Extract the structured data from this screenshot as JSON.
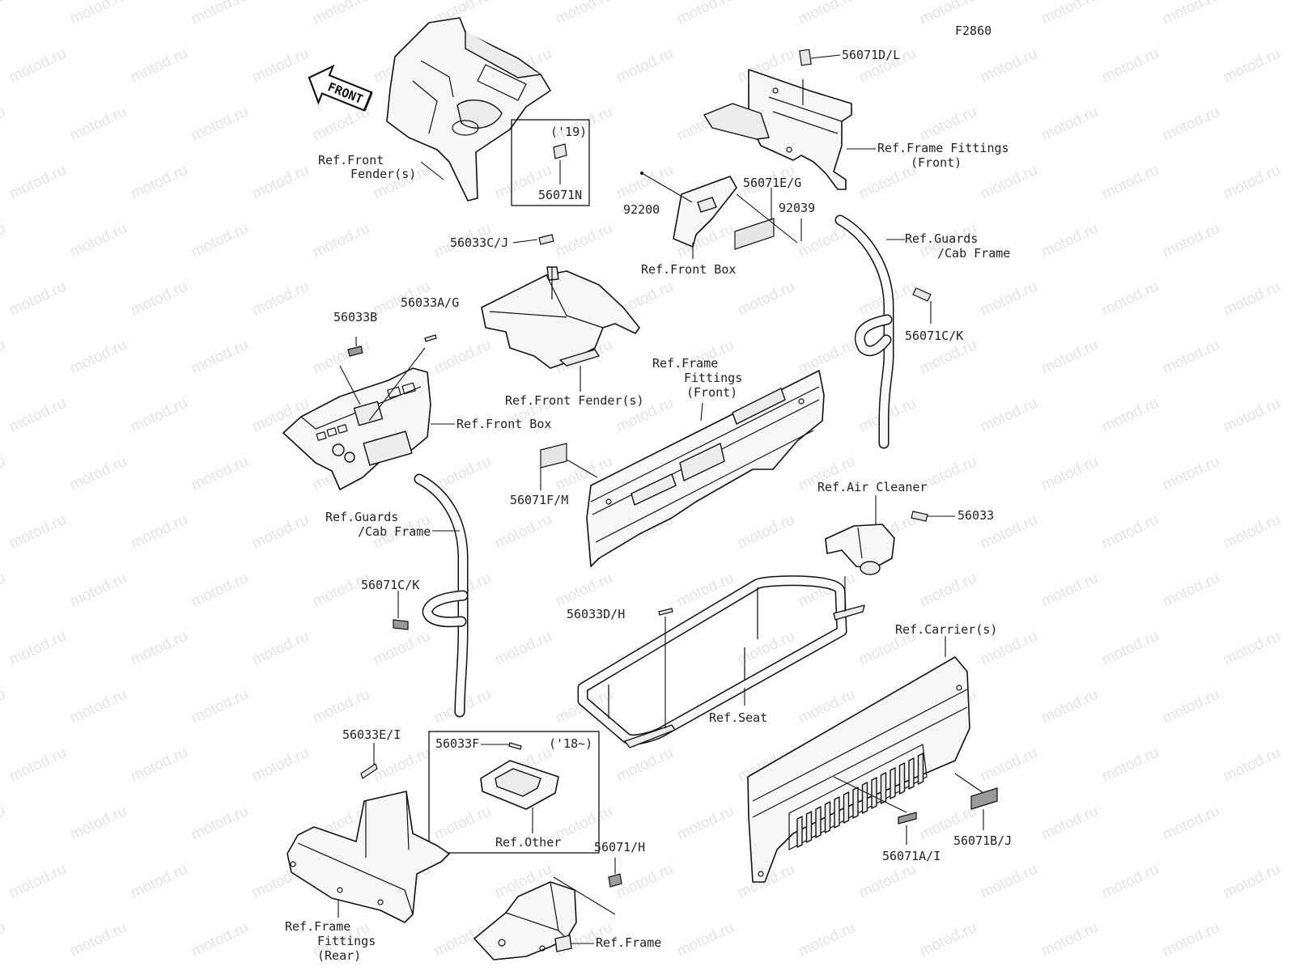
{
  "diagram_code": "F2860",
  "front_arrow": "FRONT",
  "watermark": "motod.ru",
  "labels": {
    "l_56071DL": "56071D/L",
    "l_ref_frame_fittings_front_a1": "Ref.Frame Fittings",
    "l_ref_frame_fittings_front_a2": "(Front)",
    "l_ref_front_fender_1": "Ref.Front",
    "l_ref_front_fender_2": "Fender(s)",
    "l_19": "('19)",
    "l_56071N": "56071N",
    "l_56071EG": "56071E/G",
    "l_92200": "92200",
    "l_92039": "92039",
    "l_ref_front_box_a": "Ref.Front Box",
    "l_ref_guards_r1": "Ref.Guards",
    "l_ref_guards_r2": "/Cab Frame",
    "l_56033CJ": "56033C/J",
    "l_56033B": "56033B",
    "l_56033AG": "56033A/G",
    "l_56071CK_r": "56071C/K",
    "l_ref_frame_fittings_front_b1": "Ref.Frame",
    "l_ref_frame_fittings_front_b2": "Fittings",
    "l_ref_frame_fittings_front_b3": "(Front)",
    "l_ref_front_fender_b": "Ref.Front Fender(s)",
    "l_ref_front_box_b": "Ref.Front Box",
    "l_56071FM": "56071F/M",
    "l_ref_air_cleaner": "Ref.Air Cleaner",
    "l_56033": "56033",
    "l_ref_guards_l1": "Ref.Guards",
    "l_ref_guards_l2": "/Cab Frame",
    "l_56071CK_l": "56071C/K",
    "l_56033DH": "56033D/H",
    "l_ref_carriers": "Ref.Carrier(s)",
    "l_ref_seat": "Ref.Seat",
    "l_56033EI": "56033E/I",
    "l_56033F": "56033F",
    "l_18": "('18~)",
    "l_ref_other": "Ref.Other",
    "l_56071H": "56071/H",
    "l_56071AI": "56071A/I",
    "l_56071BJ": "56071B/J",
    "l_ref_frame_fittings_rear_1": "Ref.Frame",
    "l_ref_frame_fittings_rear_2": "Fittings",
    "l_ref_frame_fittings_rear_3": "(Rear)",
    "l_ref_frame": "Ref.Frame"
  }
}
